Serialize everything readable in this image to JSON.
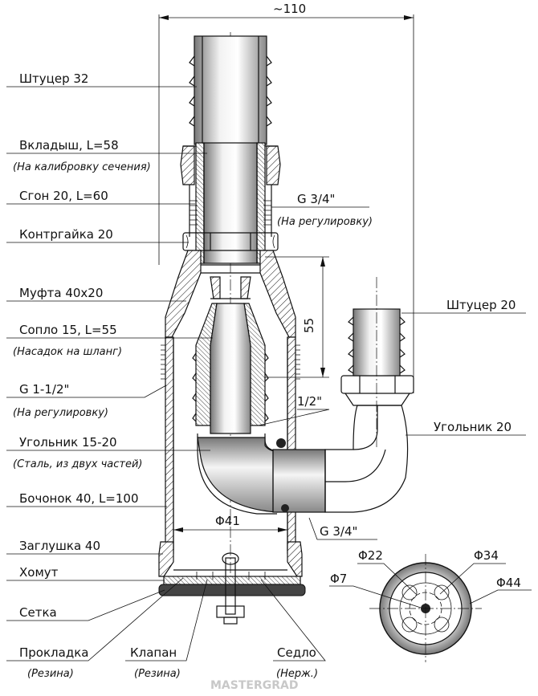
{
  "dimensions": {
    "width_110": "~110",
    "height_55": "55",
    "d41": "Φ41",
    "d22": "Φ22",
    "d34": "Φ34",
    "d7": "Φ7",
    "d44": "Φ44"
  },
  "labels_left": [
    {
      "text": "Штуцер 32",
      "sub": ""
    },
    {
      "text": "Вкладыш, L=58",
      "sub": "(На калибровку сечения)"
    },
    {
      "text": "Сгон 20, L=60",
      "sub": ""
    },
    {
      "text": "Контргайка 20",
      "sub": ""
    },
    {
      "text": "Муфта 40х20",
      "sub": ""
    },
    {
      "text": "Сопло 15, L=55",
      "sub": "(Насадок на шланг)"
    },
    {
      "text": "G 1-1/2\"",
      "sub": "(На регулировку)"
    },
    {
      "text": "Угольник 15-20",
      "sub": "(Сталь, из двух частей)"
    },
    {
      "text": "Бочонок 40, L=100",
      "sub": ""
    },
    {
      "text": "Заглушка 40",
      "sub": ""
    },
    {
      "text": "Хомут",
      "sub": ""
    },
    {
      "text": "Сетка",
      "sub": ""
    },
    {
      "text": "Прокладка",
      "sub": "(Резина)"
    }
  ],
  "labels_bottom": [
    {
      "text": "Клапан",
      "sub": "(Резина)"
    },
    {
      "text": "Седло",
      "sub": "(Нерж.)"
    }
  ],
  "labels_right": [
    {
      "text": "G 3/4\"",
      "sub": "(На регулировку)"
    },
    {
      "text": "Штуцер 20",
      "sub": ""
    },
    {
      "text": "Угольник 20",
      "sub": ""
    },
    {
      "text": "1/2\"",
      "sub": ""
    },
    {
      "text": "G 3/4\"",
      "sub": ""
    }
  ],
  "watermark": "MASTERGRAD"
}
